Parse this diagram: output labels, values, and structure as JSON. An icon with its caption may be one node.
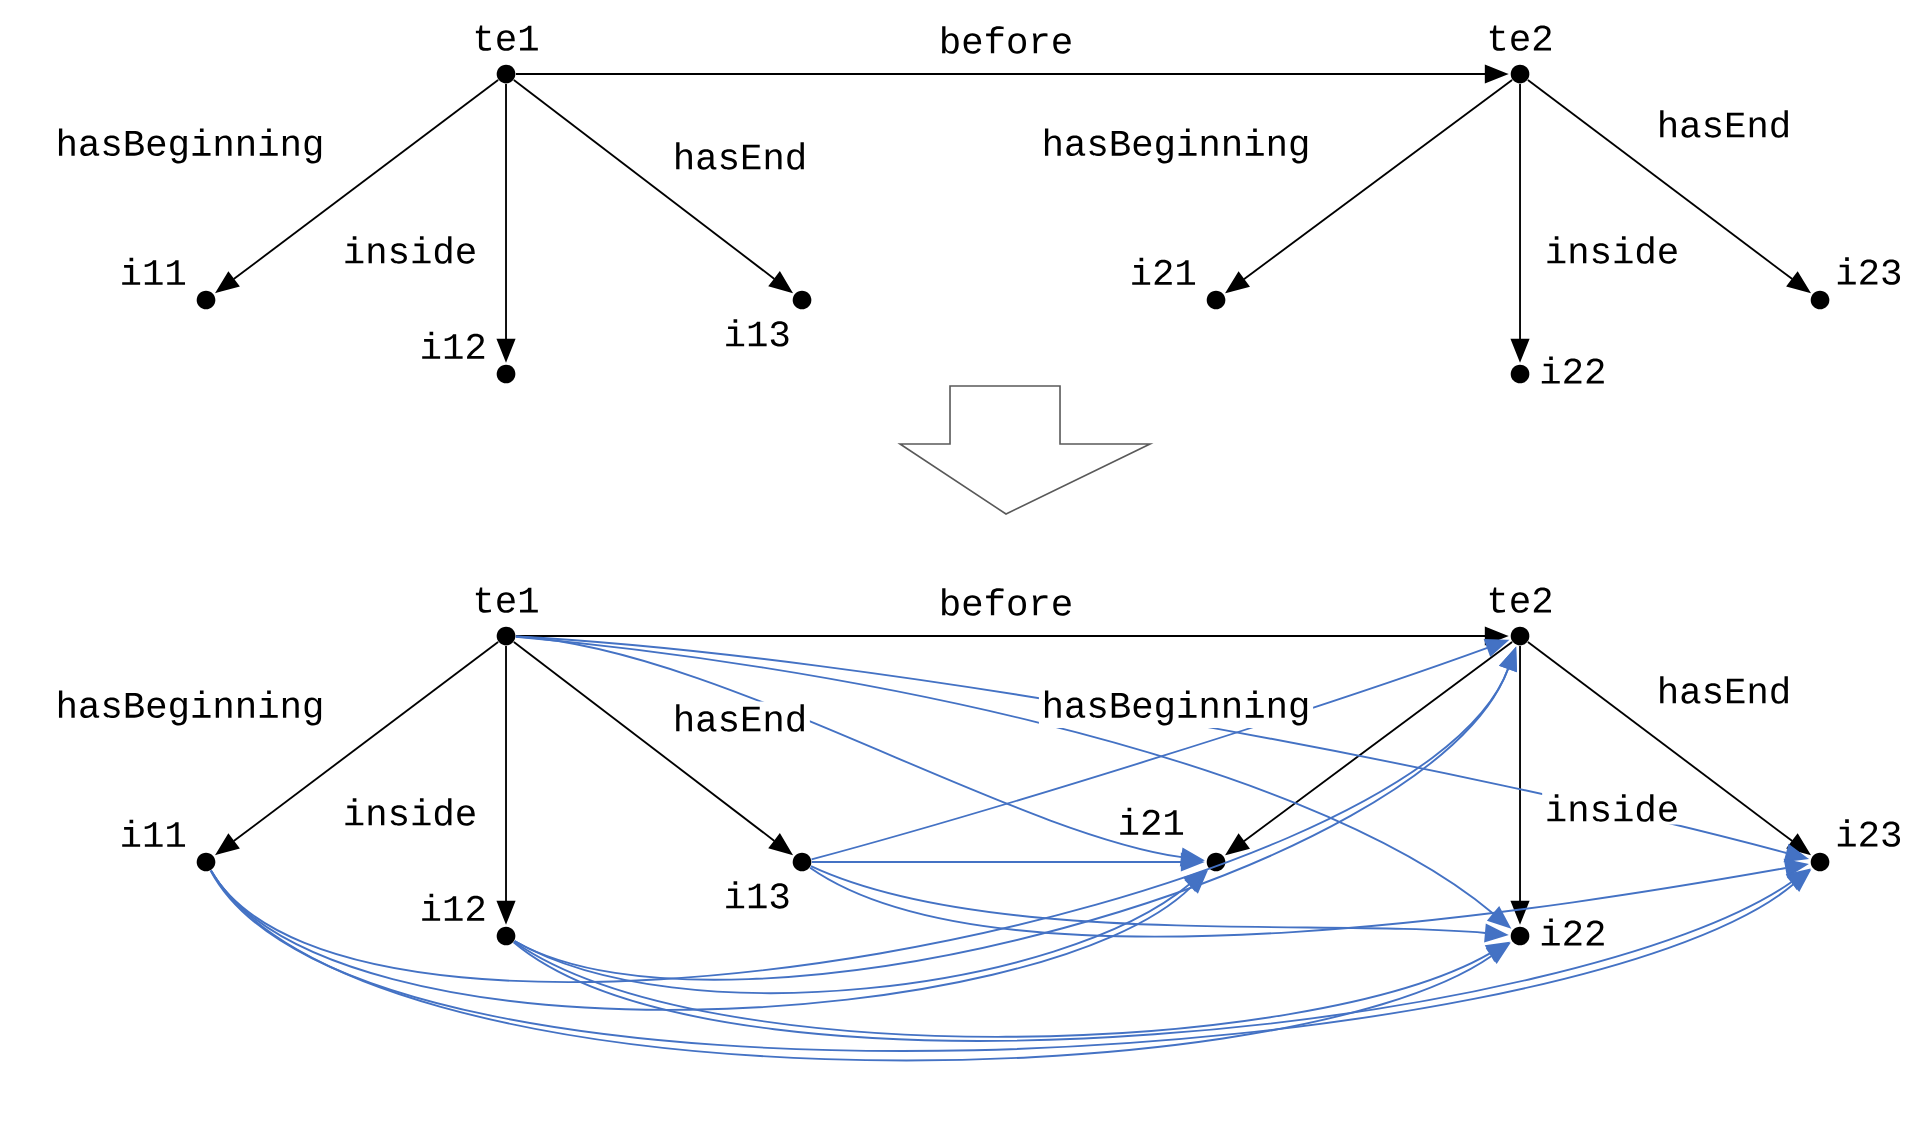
{
  "diagram": {
    "nodes": [
      {
        "text": [],
        "shape": "circle",
        "beside": [
          "te1"
        ]
      },
      {
        "text": [],
        "shape": "circle",
        "beside": [
          "i11"
        ]
      },
      {
        "text": [],
        "shape": "circle",
        "beside": [
          "i12"
        ]
      },
      {
        "text": [],
        "shape": "circle",
        "beside": [
          "i13"
        ]
      },
      {
        "text": [],
        "shape": "circle",
        "beside": [
          "te2"
        ]
      },
      {
        "text": [],
        "shape": "circle",
        "beside": [
          "i21"
        ]
      },
      {
        "text": [],
        "shape": "circle",
        "beside": [
          "i22"
        ]
      },
      {
        "text": [],
        "shape": "circle",
        "beside": [
          "i23"
        ]
      },
      {
        "text": [],
        "shape": "circle",
        "beside": [
          "te1"
        ]
      },
      {
        "text": [],
        "shape": "circle",
        "beside": [
          "i11"
        ]
      },
      {
        "text": [],
        "shape": "circle",
        "beside": [
          "i12"
        ]
      },
      {
        "text": [],
        "shape": "circle",
        "beside": [
          "i13"
        ]
      },
      {
        "text": [],
        "shape": "circle",
        "beside": [
          "te2"
        ]
      },
      {
        "text": [],
        "shape": "circle",
        "beside": [
          "i21"
        ]
      },
      {
        "text": [],
        "shape": "circle",
        "beside": [
          "i22"
        ]
      },
      {
        "text": [],
        "shape": "circle",
        "beside": [
          "i23"
        ]
      }
    ],
    "edges": [
      {
        "from": 0,
        "to": 4,
        "arrow": "to",
        "label": "before",
        "color": "#000000"
      },
      {
        "from": 0,
        "to": 1,
        "arrow": "to",
        "label": "hasBeginning",
        "color": "#000000"
      },
      {
        "from": 0,
        "to": 2,
        "arrow": "to",
        "label": "inside",
        "color": "#000000"
      },
      {
        "from": 0,
        "to": 3,
        "arrow": "to",
        "label": "hasEnd",
        "color": "#000000"
      },
      {
        "from": 4,
        "to": 5,
        "arrow": "to",
        "label": "hasBeginning",
        "color": "#000000"
      },
      {
        "from": 4,
        "to": 6,
        "arrow": "to",
        "label": "inside",
        "color": "#000000"
      },
      {
        "from": 4,
        "to": 7,
        "arrow": "to",
        "label": "hasEnd",
        "color": "#000000"
      },
      {
        "from": 8,
        "to": 12,
        "arrow": "to",
        "label": "before",
        "color": "#000000"
      },
      {
        "from": 8,
        "to": 9,
        "arrow": "to",
        "label": "hasBeginning",
        "color": "#000000"
      },
      {
        "from": 8,
        "to": 10,
        "arrow": "to",
        "label": "inside",
        "color": "#000000"
      },
      {
        "from": 8,
        "to": 11,
        "arrow": "to",
        "label": "hasEnd",
        "color": "#000000"
      },
      {
        "from": 12,
        "to": 13,
        "arrow": "to",
        "label": "hasBeginning",
        "color": "#000000"
      },
      {
        "from": 12,
        "to": 14,
        "arrow": "to",
        "label": "inside",
        "color": "#000000"
      },
      {
        "from": 12,
        "to": 15,
        "arrow": "to",
        "label": "hasEnd",
        "color": "#000000"
      },
      {
        "from": 8,
        "to": 13,
        "arrow": "to"
      },
      {
        "from": 8,
        "to": 14,
        "arrow": "to"
      },
      {
        "from": 8,
        "to": 15,
        "arrow": "to"
      },
      {
        "from": 11,
        "to": 12,
        "arrow": "to"
      },
      {
        "from": 11,
        "to": 13,
        "arrow": "to"
      },
      {
        "from": 11,
        "to": 14,
        "arrow": "to"
      },
      {
        "from": 11,
        "to": 15,
        "arrow": "to"
      },
      {
        "from": 9,
        "to": 12,
        "arrow": "to"
      },
      {
        "from": 9,
        "to": 13,
        "arrow": "to"
      },
      {
        "from": 9,
        "to": 14,
        "arrow": "to"
      },
      {
        "from": 9,
        "to": 15,
        "arrow": "to"
      },
      {
        "from": 10,
        "to": 12,
        "arrow": "to"
      },
      {
        "from": 10,
        "to": 13,
        "arrow": "to"
      },
      {
        "from": 10,
        "to": 14,
        "arrow": "to"
      },
      {
        "from": 10,
        "to": 15,
        "arrow": "to"
      }
    ]
  }
}
